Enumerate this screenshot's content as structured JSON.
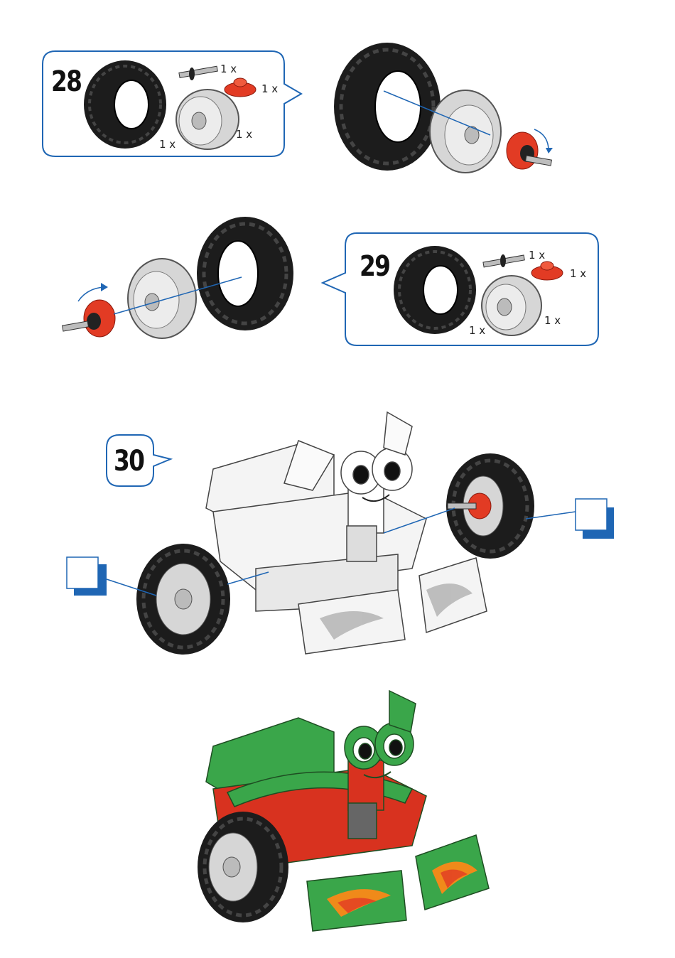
{
  "steps": [
    {
      "number": "28",
      "parts": [
        {
          "name": "tire",
          "qty": "1 x"
        },
        {
          "name": "axle",
          "qty": "1 x"
        },
        {
          "name": "hub-nut",
          "qty": "1 x"
        },
        {
          "name": "rim",
          "qty": "1 x"
        }
      ]
    },
    {
      "number": "29",
      "parts": [
        {
          "name": "axle",
          "qty": "1 x"
        },
        {
          "name": "hub-nut",
          "qty": "1 x"
        },
        {
          "name": "rim",
          "qty": "1 x"
        },
        {
          "name": "tire",
          "qty": "1 x"
        }
      ]
    },
    {
      "number": "30"
    }
  ],
  "colors": {
    "accent": "#1f66b4",
    "tire": "#1c1c1c",
    "rim": "#d6d6d6",
    "hub": "#e23b24",
    "model_green": "#3aa64a",
    "model_red": "#d8321f"
  }
}
